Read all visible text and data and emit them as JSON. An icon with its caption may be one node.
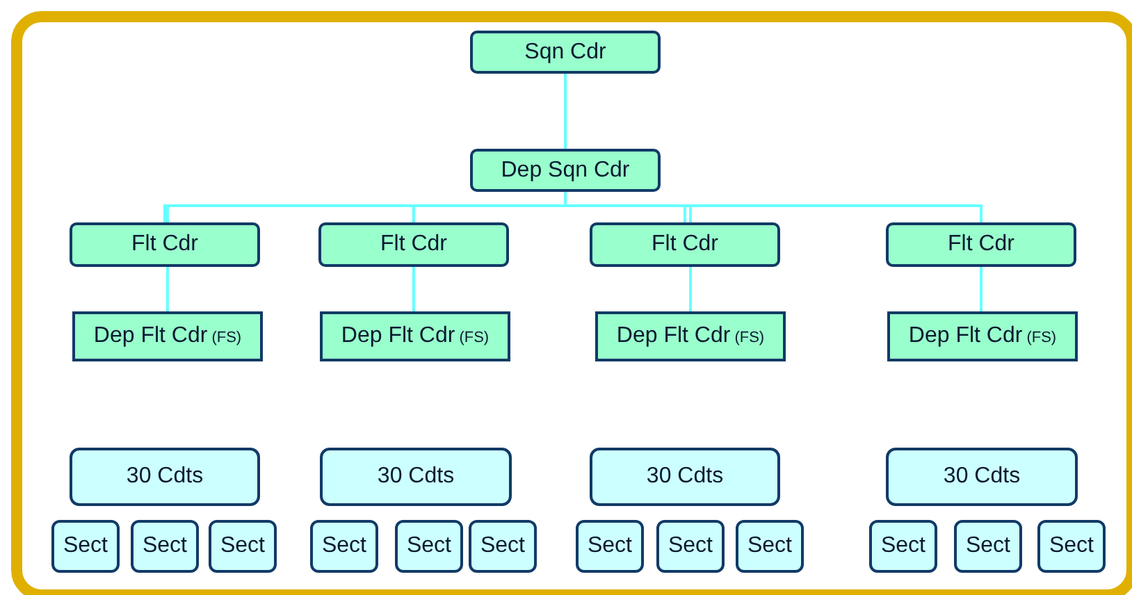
{
  "diagram": {
    "nodes": [
      {
        "text": [
          "Sqn Cdr"
        ]
      },
      {
        "text": [
          "Dep Sqn Cdr"
        ]
      },
      {
        "text": [
          "Flt Cdr"
        ]
      },
      {
        "text": [
          "Flt Cdr"
        ]
      },
      {
        "text": [
          "Flt Cdr"
        ]
      },
      {
        "text": [
          "Flt Cdr"
        ]
      },
      {
        "text": [
          "Dep Flt Cdr",
          "(FS)"
        ]
      },
      {
        "text": [
          "Dep Flt Cdr",
          "(FS)"
        ]
      },
      {
        "text": [
          "Dep Flt Cdr",
          "(FS)"
        ]
      },
      {
        "text": [
          "Dep Flt Cdr",
          "(FS)"
        ]
      },
      {
        "text": [
          "30 Cdts"
        ]
      },
      {
        "text": [
          "30 Cdts"
        ]
      },
      {
        "text": [
          "30 Cdts"
        ]
      },
      {
        "text": [
          "30 Cdts"
        ]
      },
      {
        "text": [
          "Sect"
        ]
      },
      {
        "text": [
          "Sect"
        ]
      },
      {
        "text": [
          "Sect"
        ]
      },
      {
        "text": [
          "Sect"
        ]
      },
      {
        "text": [
          "Sect"
        ]
      },
      {
        "text": [
          "Sect"
        ]
      },
      {
        "text": [
          "Sect"
        ]
      },
      {
        "text": [
          "Sect"
        ]
      },
      {
        "text": [
          "Sect"
        ]
      },
      {
        "text": [
          "Sect"
        ]
      },
      {
        "text": [
          "Sect"
        ]
      },
      {
        "text": [
          "Sect"
        ]
      }
    ],
    "edges": [
      {
        "from": 0,
        "to": 1,
        "arrow": "none"
      },
      {
        "from": 1,
        "to": 2,
        "arrow": "none"
      },
      {
        "from": 1,
        "to": 3,
        "arrow": "none"
      },
      {
        "from": 1,
        "to": 4,
        "arrow": "none"
      },
      {
        "from": 1,
        "to": 5,
        "arrow": "none"
      },
      {
        "from": 2,
        "to": 6,
        "arrow": "none"
      },
      {
        "from": 3,
        "to": 7,
        "arrow": "none"
      },
      {
        "from": 4,
        "to": 8,
        "arrow": "none"
      },
      {
        "from": 5,
        "to": 9,
        "arrow": "none"
      }
    ]
  }
}
